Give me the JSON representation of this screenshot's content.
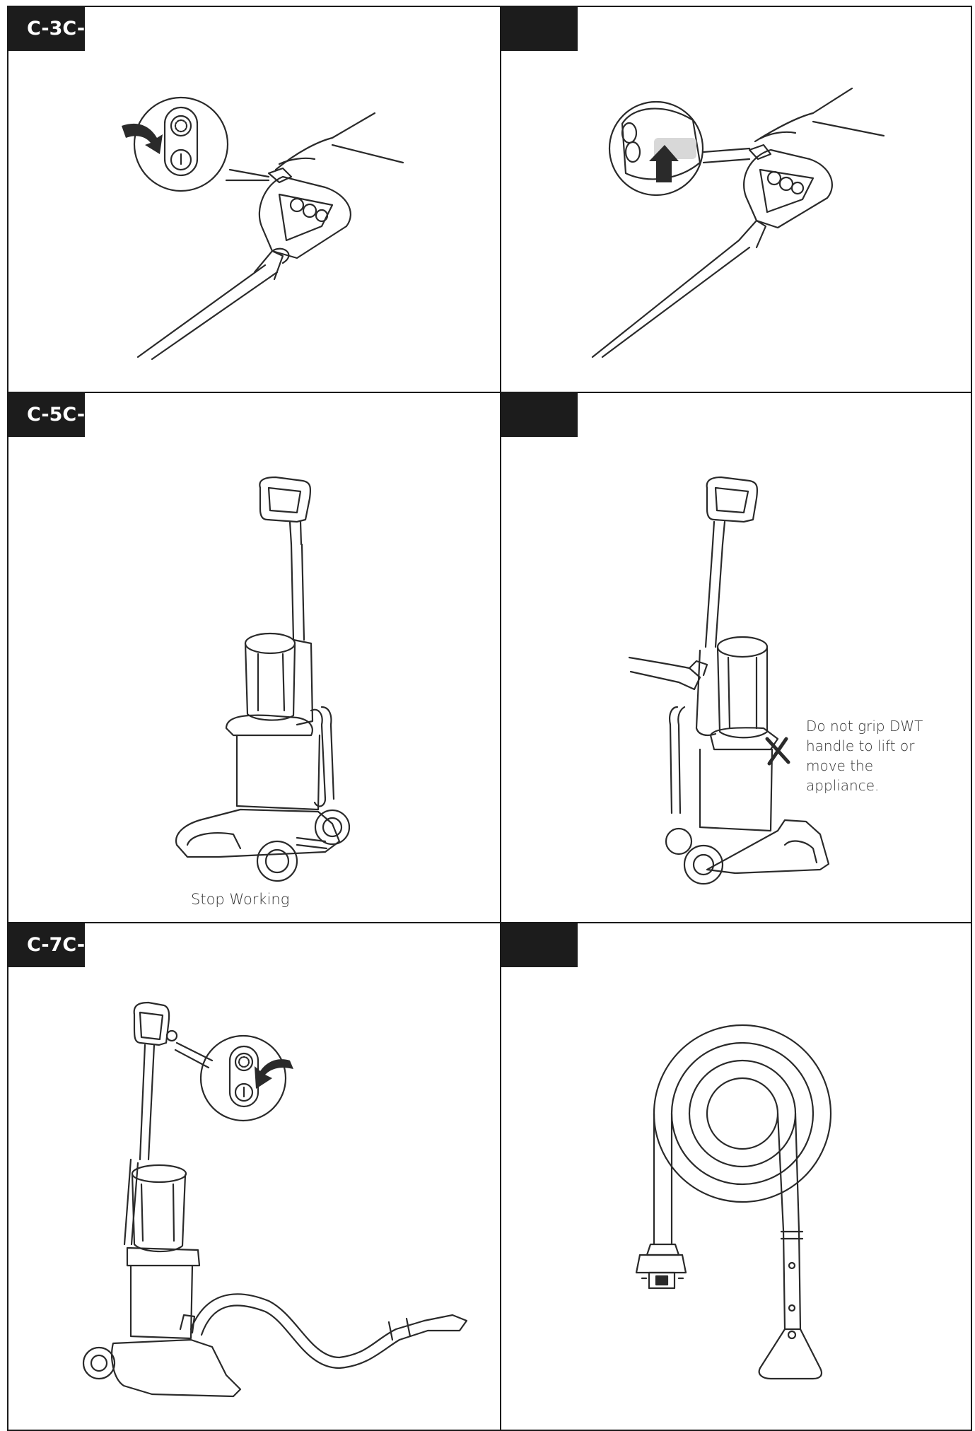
{
  "panels": [
    {
      "label": "C-3C-"
    },
    {
      "label": ""
    },
    {
      "label": "C-5C-"
    },
    {
      "label": ""
    },
    {
      "label": "C-7C-"
    },
    {
      "label": ""
    }
  ],
  "captions": {
    "stop_working": "Stop Working",
    "warning": "Do not grip DWT handle to lift or move the appliance."
  },
  "icons": [
    "power-button-icon",
    "rotate-arrow-icon",
    "up-arrow-icon",
    "cross-mark-icon"
  ]
}
